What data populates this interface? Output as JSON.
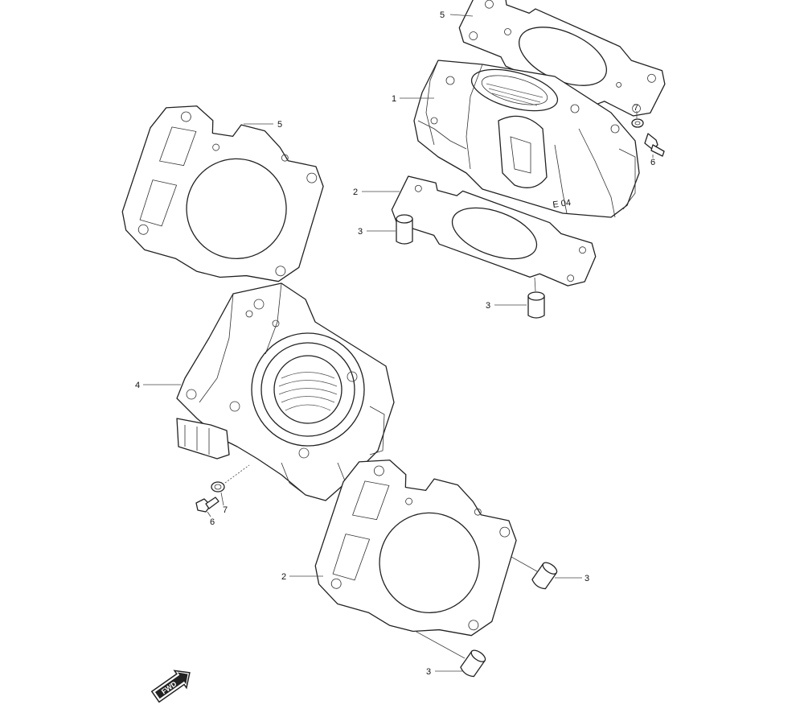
{
  "callouts": {
    "c1": "1",
    "c2a": "2",
    "c2b": "2",
    "c3a": "3",
    "c3b": "3",
    "c3c": "3",
    "c3d": "3",
    "c4": "4",
    "c5a": "5",
    "c5b": "5",
    "c6a": "6",
    "c6b": "6",
    "c7a": "7",
    "c7b": "7"
  },
  "direction_badge": {
    "label": "FWD"
  }
}
